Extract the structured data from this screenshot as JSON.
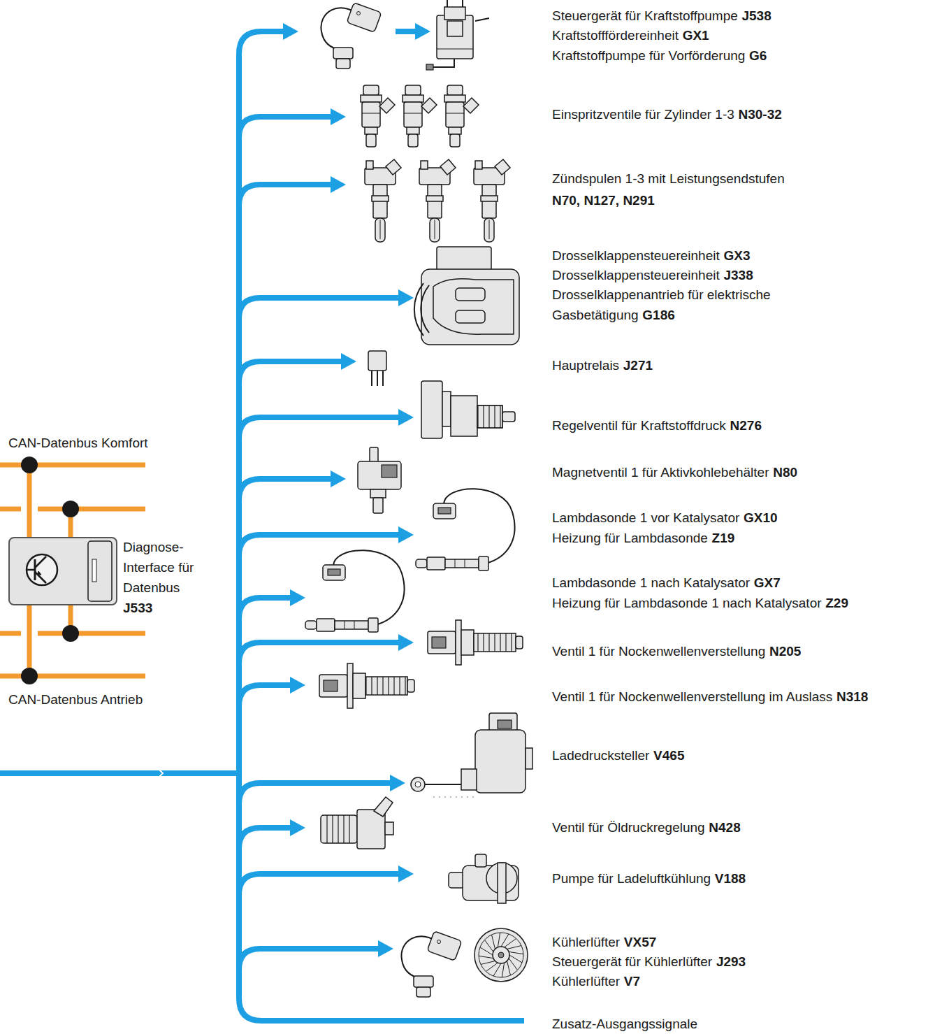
{
  "diagram": {
    "nodes": [
      {
        "text": [
          "Diagnose- Interface für Datenbus",
          "J533"
        ]
      }
    ],
    "labels": [
      "Steuergerät für Kraftstoffpumpe",
      "J538",
      "Kraftstofffördereinheit",
      "GX1",
      "Kraftstoffpumpe für Vorförderung",
      "G6",
      "Einspritzventile für Zylinder 1-3",
      "N30-32",
      "Zündspulen 1-3 mit Leistungsendstufen",
      "N70, N127, N291",
      "Drosselklappensteuereinheit",
      "GX3",
      "Drosselklappensteuereinheit",
      "J338",
      "Drosselklappenantrieb für elektrische Gasbetätigung",
      "G186",
      "Hauptrelais",
      "J271",
      "Regelventil für Kraftstoffdruck",
      "N276",
      "Magnetventil 1 für Aktivkohlebehälter",
      "N80",
      "Lambdasonde 1 vor Katalysator",
      "GX10",
      "Heizung für Lambdasonde",
      "Z19",
      "Lambdasonde 1 nach Katalysator",
      "GX7",
      "Heizung für Lambdasonde 1 nach Katalysator",
      "Z29",
      "Ventil 1 für Nockenwellenverstellung",
      "N205",
      "Ventil 1 für Nockenwellenverstellung im Auslass",
      "N318",
      "Ladedrucksteller",
      "V465",
      "Ventil für Öldruckregelung",
      "N428",
      "Pumpe für Ladeluftkühlung",
      "V188",
      "Kühlerlüfter",
      "VX57",
      "Steuergerät für Kühlerlüfter",
      "J293",
      "Kühlerlüfter",
      "V7",
      "Zusatz-Ausgangssignale",
      "CAN-Datenbus Komfort",
      "CAN-Datenbus Antrieb"
    ]
  }
}
